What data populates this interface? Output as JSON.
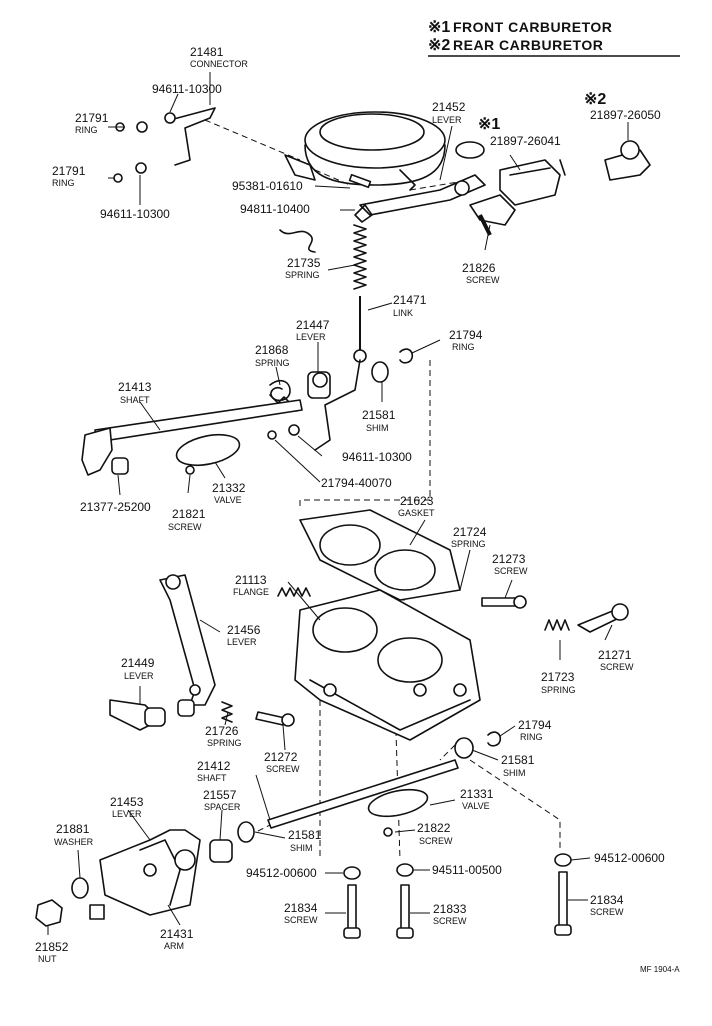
{
  "legend": {
    "mark1": "※1",
    "line1": "FRONT CARBURETOR",
    "mark2": "※2",
    "line2": "REAR CARBURETOR"
  },
  "callouts": {
    "c21481": {
      "num": "21481",
      "name": "CONNECTOR"
    },
    "c94611a": {
      "num": "94611-10300"
    },
    "c21791a": {
      "num": "21791",
      "name": "RING"
    },
    "c21791b": {
      "num": "21791",
      "name": "RING"
    },
    "c94611b": {
      "num": "94611-10300"
    },
    "c95381": {
      "num": "95381-01610"
    },
    "c94811": {
      "num": "94811-10400"
    },
    "c21452": {
      "num": "21452",
      "name": "LEVER"
    },
    "c21897a": {
      "mark": "※1",
      "num": "21897-26041"
    },
    "c21897b": {
      "mark": "※2",
      "num": "21897-26050"
    },
    "c21735": {
      "num": "21735",
      "name": "SPRING"
    },
    "c21826": {
      "num": "21826",
      "name": "SCREW"
    },
    "c21471": {
      "num": "21471",
      "name": "LINK"
    },
    "c21447": {
      "num": "21447",
      "name": "LEVER"
    },
    "c21794a": {
      "num": "21794",
      "name": "RING"
    },
    "c21868": {
      "num": "21868",
      "name": "SPRING"
    },
    "c21413": {
      "num": "21413",
      "name": "SHAFT"
    },
    "c21581a": {
      "num": "21581",
      "name": "SHIM"
    },
    "c94611c": {
      "num": "94611-10300"
    },
    "c21794b": {
      "num": "21794-40070"
    },
    "c21332": {
      "num": "21332",
      "name": "VALVE"
    },
    "c21377": {
      "num": "21377-25200"
    },
    "c21821": {
      "num": "21821",
      "name": "SCREW"
    },
    "c21623": {
      "num": "21623",
      "name": "GASKET"
    },
    "c21724": {
      "num": "21724",
      "name": "SPRING"
    },
    "c21273": {
      "num": "21273",
      "name": "SCREW"
    },
    "c21113": {
      "num": "21113",
      "name": "FLANGE"
    },
    "c21456": {
      "num": "21456",
      "name": "LEVER"
    },
    "c21271": {
      "num": "21271",
      "name": "SCREW"
    },
    "c21723": {
      "num": "21723",
      "name": "SPRING"
    },
    "c21449": {
      "num": "21449",
      "name": "LEVER"
    },
    "c21726": {
      "num": "21726",
      "name": "SPRING"
    },
    "c21272": {
      "num": "21272",
      "name": "SCREW"
    },
    "c21794c": {
      "num": "21794",
      "name": "RING"
    },
    "c21412": {
      "num": "21412",
      "name": "SHAFT"
    },
    "c21581b": {
      "num": "21581",
      "name": "SHIM"
    },
    "c21453": {
      "num": "21453",
      "name": "LEVER"
    },
    "c21557": {
      "num": "21557",
      "name": "SPACER"
    },
    "c21331": {
      "num": "21331",
      "name": "VALVE"
    },
    "c21881": {
      "num": "21881",
      "name": "WASHER"
    },
    "c21581c": {
      "num": "21581",
      "name": "SHIM"
    },
    "c21822": {
      "num": "21822",
      "name": "SCREW"
    },
    "c94512a": {
      "num": "94512-00600"
    },
    "c94511": {
      "num": "94511-00500"
    },
    "c94512b": {
      "num": "94512-00600"
    },
    "c21834a": {
      "num": "21834",
      "name": "SCREW"
    },
    "c21833": {
      "num": "21833",
      "name": "SCREW"
    },
    "c21834b": {
      "num": "21834",
      "name": "SCREW"
    },
    "c21852": {
      "num": "21852",
      "name": "NUT"
    },
    "c21431": {
      "num": "21431",
      "name": "ARM"
    }
  },
  "footer": {
    "code": "MF 1904-A"
  }
}
